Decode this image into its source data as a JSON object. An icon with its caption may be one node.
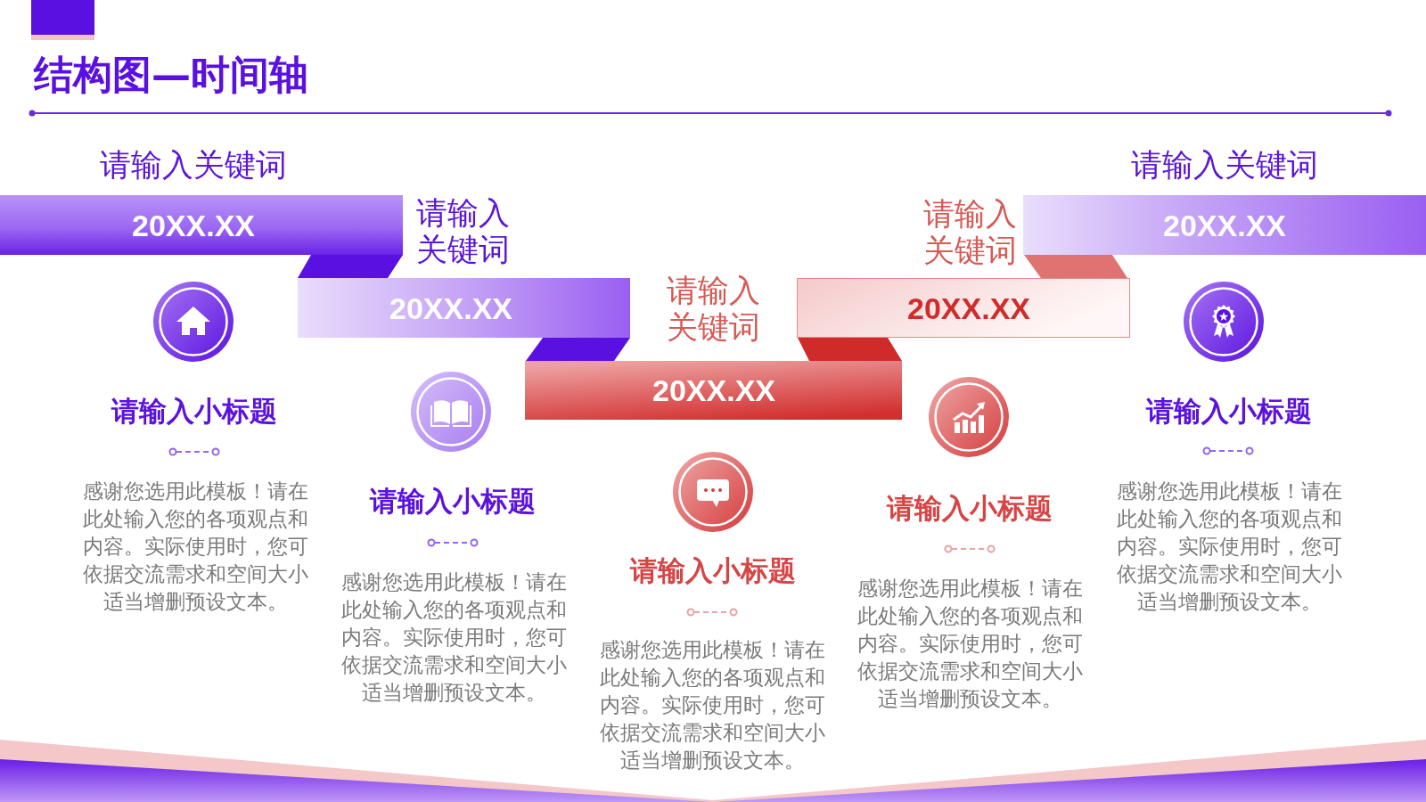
{
  "diagram": {
    "title": "结构图—时间轴",
    "nodes": [
      {
        "text": [
          "20XX.XX"
        ],
        "beside": [
          "请输入关键词"
        ]
      },
      {
        "text": [
          "20XX.XX"
        ],
        "beside": [
          "请输入关键词"
        ]
      },
      {
        "text": [
          "20XX.XX"
        ],
        "beside": [
          "请输入关键词"
        ]
      },
      {
        "text": [
          "20XX.XX"
        ],
        "beside": [
          "请输入关键词"
        ]
      },
      {
        "text": [
          "20XX.XX"
        ],
        "beside": [
          "请输入关键词"
        ]
      }
    ],
    "labels": [
      "请输入小标题",
      "感谢您选用此模板！请在此处输入您的各项观点和内容。实际使用时，您可依据交流需求和空间大小适当增删预设文本。",
      "请输入小标题",
      "感谢您选用此模板！请在此处输入您的各项观点和内容。实际使用时，您可依据交流需求和空间大小适当增删预设文本。",
      "请输入小标题",
      "感谢您选用此模板！请在此处输入您的各项观点和内容。实际使用时，您可依据交流需求和空间大小适当增删预设文本。",
      "请输入小标题",
      "感谢您选用此模板！请在此处输入您的各项观点和内容。实际使用时，您可依据交流需求和空间大小适当增删预设文本。",
      "请输入小标题",
      "感谢您选用此模板！请在此处输入您的各项观点和内容。实际使用时，您可依据交流需求和空间大小适当增删预设文本。"
    ]
  }
}
